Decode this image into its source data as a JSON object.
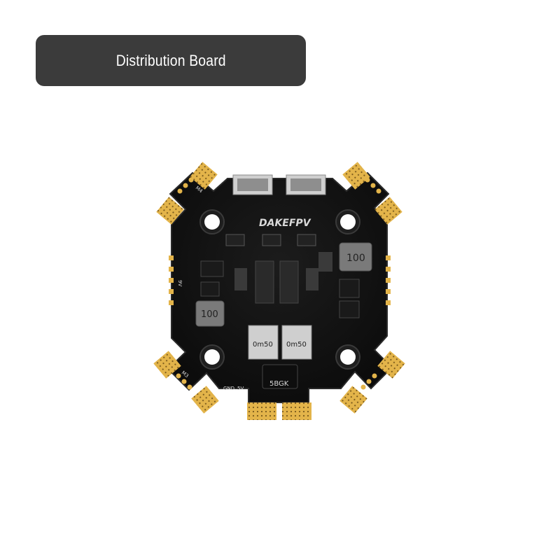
{
  "header": {
    "title": "Distribution Board"
  },
  "board": {
    "brand_text": "DAKEFPV",
    "inductor_label": "100",
    "regulator_label": "5BGK",
    "shunt_label": "0m50",
    "pad_labels": {
      "m4": "M4",
      "m3": "M3",
      "gnd": "GND",
      "five_v": "5V",
      "nine_v": "9V"
    }
  },
  "colors": {
    "header_bg": "#3b3b3b",
    "header_text": "#ffffff",
    "pcb": "#111111",
    "gold_pad": "#e3b44a"
  }
}
